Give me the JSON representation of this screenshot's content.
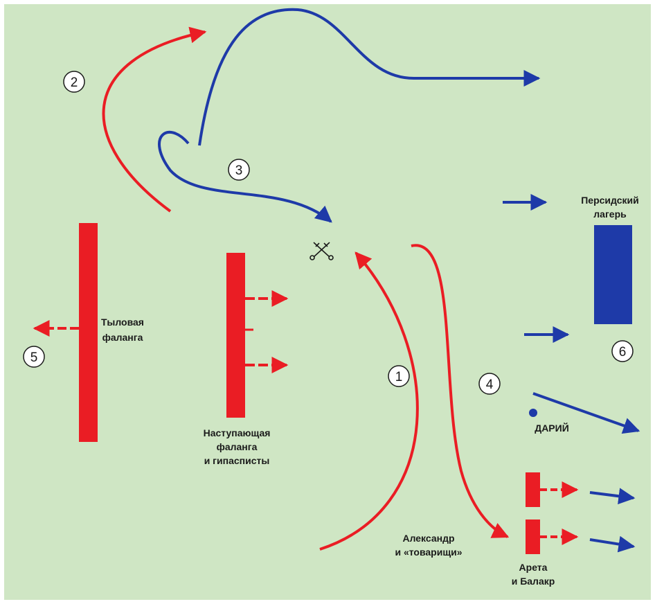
{
  "colors": {
    "background": "#cfe6c4",
    "macedonian": "#ea1d24",
    "persian": "#1e3aa8",
    "text": "#1a1a1a"
  },
  "markers": [
    "1",
    "2",
    "3",
    "4",
    "5",
    "6"
  ],
  "labels": {
    "rear_phalanx": [
      "Тыловая",
      "фаланга"
    ],
    "advancing_phalanx": [
      "Наступающая",
      "фаланга",
      "и гипасписты"
    ],
    "alexander": [
      "Александр",
      "и «товарищи»"
    ],
    "aretas": [
      "Арета",
      "и Балакр"
    ],
    "persian_camp": [
      "Персидский",
      "лагерь"
    ],
    "darius": "ДАРИЙ"
  },
  "icons": {
    "battle": "crossed-swords-icon",
    "darius": "dot-icon"
  }
}
